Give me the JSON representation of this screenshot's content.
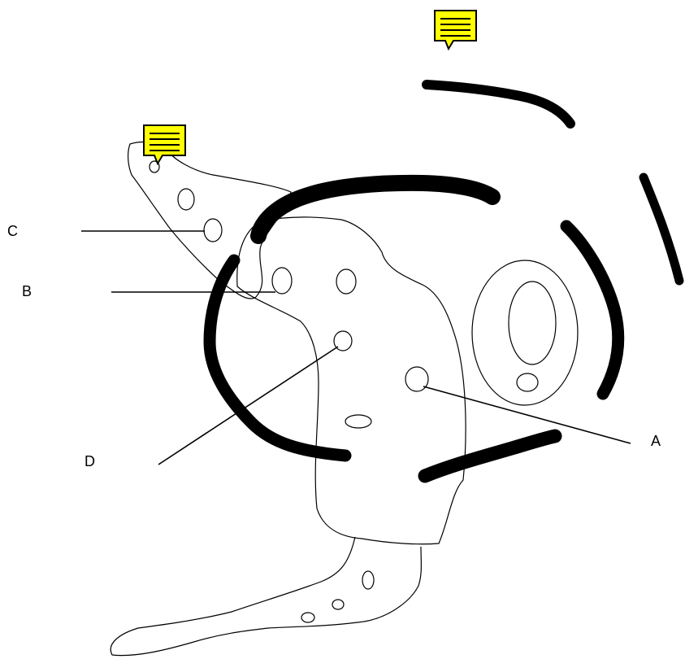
{
  "labels": {
    "a": "A",
    "b": "B",
    "c": "C",
    "d": "D"
  },
  "colors": {
    "ink": "#000000",
    "note_fill": "#ffff00",
    "note_border": "#000000",
    "background": "#ffffff"
  },
  "icons": {
    "note": "sticky-note-icon"
  }
}
